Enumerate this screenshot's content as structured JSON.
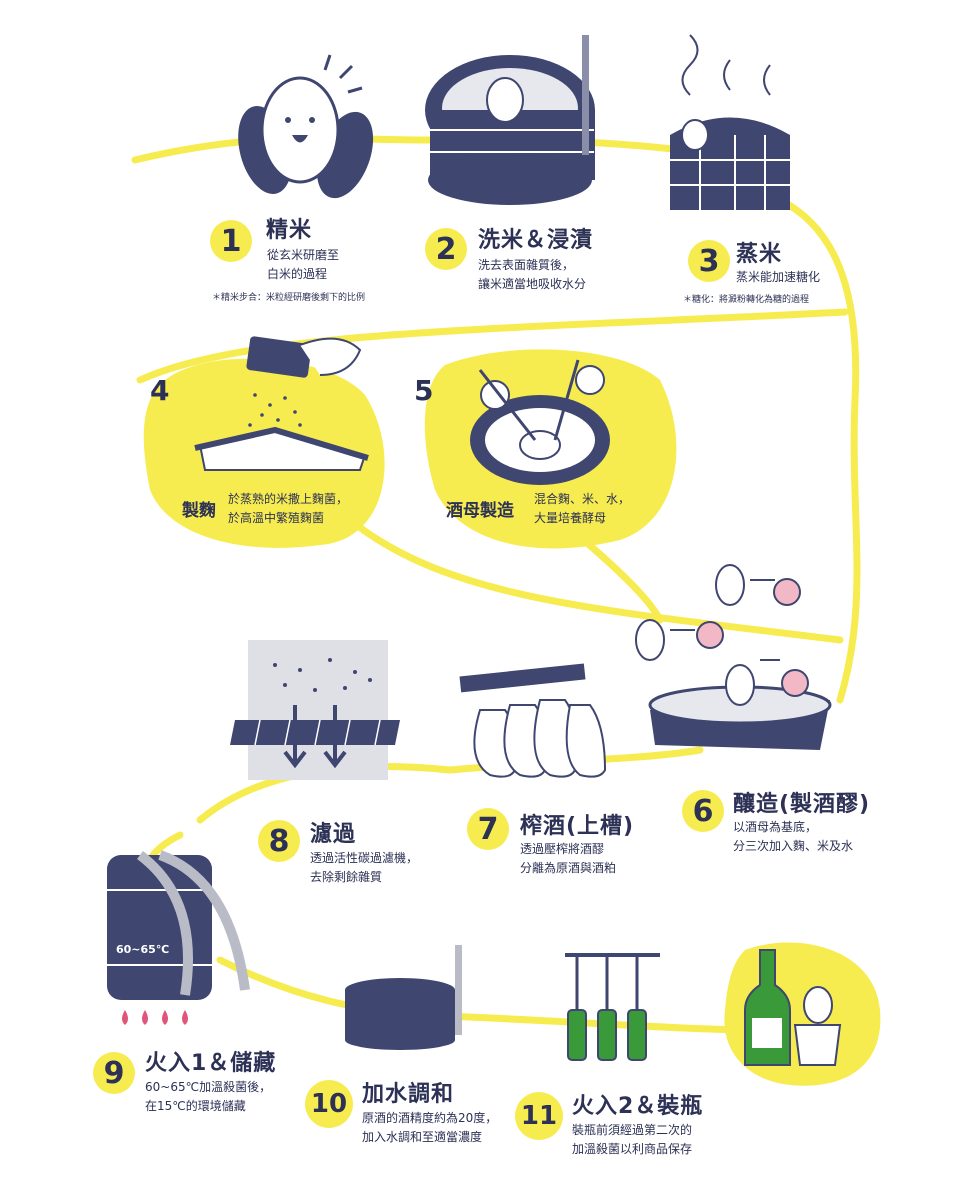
{
  "steps": [
    {
      "num": "1",
      "title": "精米",
      "desc": [
        "從玄米研磨至",
        "白米的過程"
      ],
      "note": "＊精米步合：米粒經研磨後剩下的比例"
    },
    {
      "num": "2",
      "title": "洗米＆浸漬",
      "desc": [
        "洗去表面雜質後，",
        "讓米適當地吸收水分"
      ]
    },
    {
      "num": "3",
      "title": "蒸米",
      "desc": [
        "蒸米能加速糖化"
      ],
      "note": "＊糖化：將澱粉轉化為糖的過程"
    },
    {
      "num": "4",
      "title": "製麴",
      "desc": [
        "於蒸熟的米撒上麴菌，",
        "於高溫中繁殖麴菌"
      ]
    },
    {
      "num": "5",
      "title": "酒母製造",
      "desc": [
        "混合麴、米、水，",
        "大量培養酵母"
      ]
    },
    {
      "num": "6",
      "title": "釀造(製酒醪)",
      "desc": [
        "以酒母為基底，",
        "分三次加入麴、米及水"
      ]
    },
    {
      "num": "7",
      "title": "榨酒(上槽)",
      "desc": [
        "透過壓榨將酒醪",
        "分離為原酒與酒粕"
      ]
    },
    {
      "num": "8",
      "title": "濾過",
      "desc": [
        "透過活性碳過濾機，",
        "去除剩餘雜質"
      ]
    },
    {
      "num": "9",
      "title": "火入1＆儲藏",
      "desc": [
        "60~65℃加溫殺菌後，",
        "在15℃的環境儲藏"
      ]
    },
    {
      "num": "10",
      "title": "加水調和",
      "desc": [
        "原酒的酒精度約為20度，",
        "加入水調和至適當濃度"
      ]
    },
    {
      "num": "11",
      "title": "火入2＆裝瓶",
      "desc": [
        "裝瓶前須經過第二次的",
        "加溫殺菌以利商品保存"
      ]
    }
  ],
  "tank_label": "60~65℃",
  "colors": {
    "yellow": "#f7ec4f",
    "navy": "#3f4670",
    "pink": "#f2b8c6",
    "grey": "#dfe0e6"
  }
}
